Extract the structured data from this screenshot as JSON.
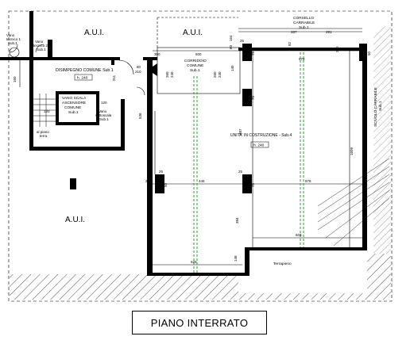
{
  "title": "PIANO INTERRATO",
  "rooms": {
    "aui_top_left": "A.U.I.",
    "aui_top_mid": "A.U.I.",
    "aui_bottom": "A.U.I.",
    "vano_tecnico_1": "Vano",
    "vano_tecnico_1b": "tecnico 1",
    "vano_tecnico_1c": "Sub.1",
    "vano_tecnico_2": "Vano",
    "vano_tecnico_2b": "tecnico 2",
    "vano_tecnico_2c": "Sub.1",
    "disimpegno": "DISIMPEGNO COMUNE Sub.1",
    "disimpegno_h": "h. 240",
    "vano_scala_1": "VANO SCALA",
    "vano_scala_2": "ASCENSORE",
    "vano_scala_3": "COMUNE",
    "vano_scala_4": "Sub.1",
    "vano_sottoscala_1": "Vano",
    "vano_sottoscala_2": "sottoscala",
    "vano_sottoscala_3": "Sub.1",
    "corridoio_1": "CORRIDOIO",
    "corridoio_2": "COMUNE",
    "corridoio_3": "Sub.1",
    "corsello_1": "CORSELLO",
    "corsello_2": "CARRABILE",
    "corsello_3": "Sub.1",
    "scivolo": "SCIVOLO CARRABILE",
    "scivolo_sub": "Sub.1",
    "unita": "UNITA' IN COSTRUZIONE - Sub.4",
    "unita_h": "h. 240",
    "al_piano_terra_1": "al piano",
    "al_piano_terra_2": "terra",
    "terrapieno": "Terrapieno"
  },
  "dimensions": {
    "d160": "160",
    "d80": "80",
    "d210": "210",
    "d211": "211",
    "d120a": "120",
    "d120b": "120",
    "d536": "536",
    "d1140": "1140",
    "d600": "600",
    "d300": "300",
    "d240a": "240",
    "d260a": "260",
    "d240b": "240",
    "d260b": "260",
    "d287": "287",
    "d291": "291",
    "d164": "164",
    "d60": "60",
    "d140": "140",
    "d978a": "978",
    "d978b": "978",
    "d446": "446",
    "d387": "387",
    "d384": "384",
    "d603": "603",
    "d629": "629",
    "d1609": "1609",
    "d148": "148",
    "d25a": "25",
    "d25b": "25",
    "d25c": "25",
    "d75a": "75",
    "d75b": "75",
    "d70": "70",
    "d50a": "50",
    "d50b": "50",
    "d256": "256",
    "d82": "82",
    "d240c": "240"
  },
  "colors": {
    "line": "#000000",
    "green": "#2ca02c",
    "hatch": "#000000"
  }
}
